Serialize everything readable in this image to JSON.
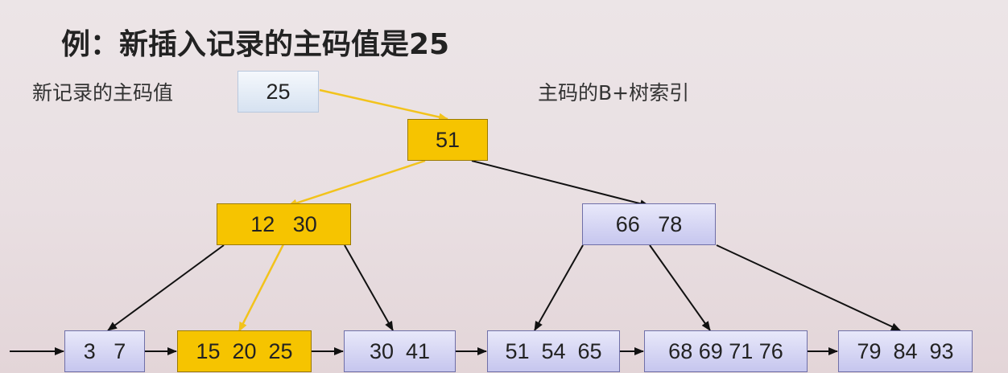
{
  "title": "例：新插入记录的主码值是25",
  "new_record_label": "新记录的主码值",
  "index_label": "主码的B+树索引",
  "new_record": {
    "key": "25"
  },
  "colors": {
    "highlight": "#f6c400",
    "normal_node": "#d6d6f4",
    "search_path": "#f2c31c",
    "edge": "#111111"
  },
  "tree": {
    "root": {
      "keys": "51",
      "highlighted": true
    },
    "internal": [
      {
        "keys": "12   30",
        "highlighted": true
      },
      {
        "keys": "66   78",
        "highlighted": false
      }
    ],
    "leaves": [
      {
        "keys": "3   7",
        "highlighted": false
      },
      {
        "keys": "15  20  25",
        "highlighted": true
      },
      {
        "keys": "30  41",
        "highlighted": false
      },
      {
        "keys": "51  54  65",
        "highlighted": false
      },
      {
        "keys": "68 69 71 76",
        "highlighted": false
      },
      {
        "keys": "79  84  93",
        "highlighted": false
      }
    ]
  }
}
